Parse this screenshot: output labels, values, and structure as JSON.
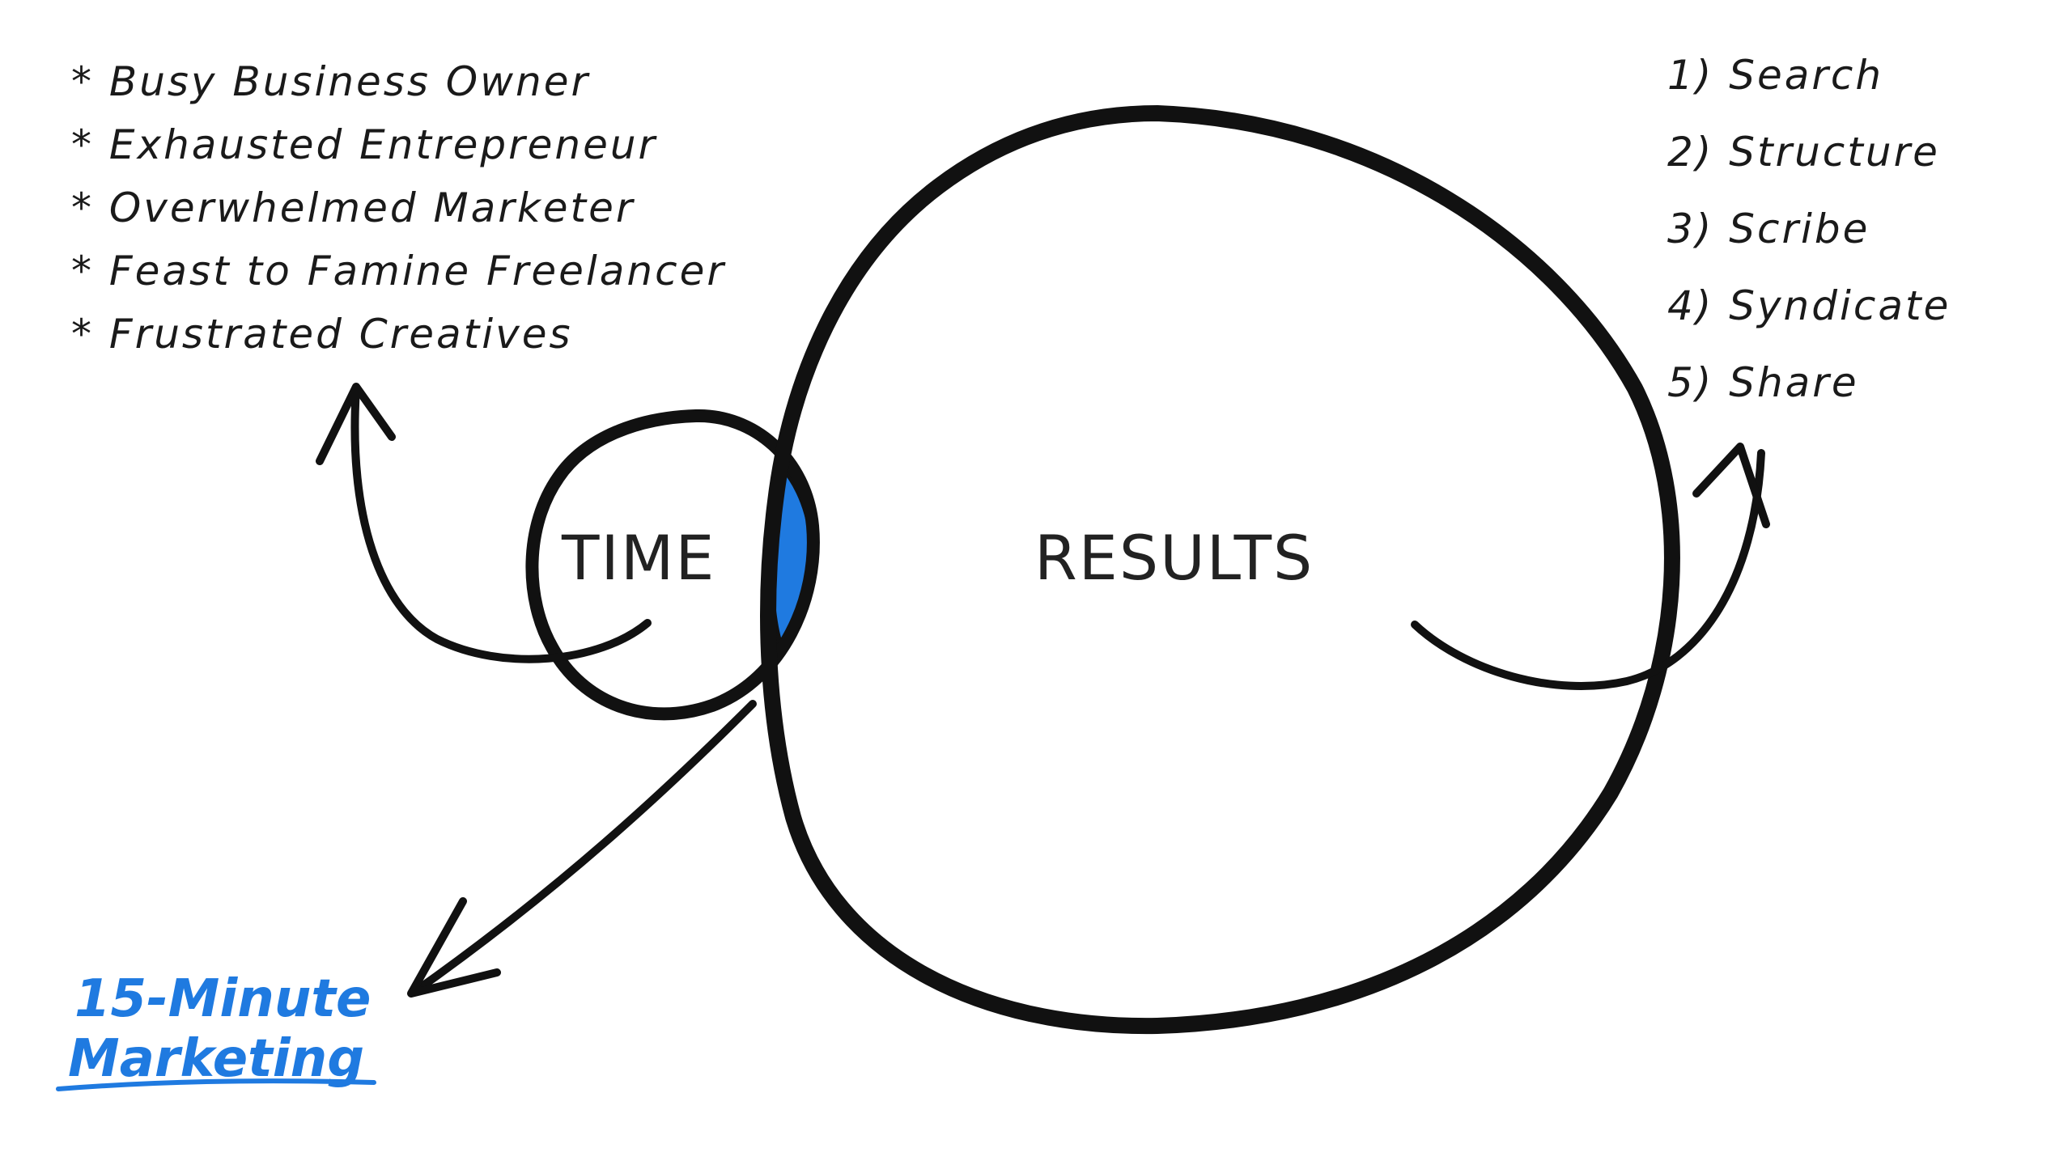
{
  "audience_list": [
    "* Busy Business Owner",
    "* Exhausted Entrepreneur",
    "* Overwhelmed Marketer",
    "* Feast to Famine Freelancer",
    "* Frustrated Creatives"
  ],
  "steps_list": [
    "1) Search",
    "2) Structure",
    "3) Scribe",
    "4) Syndicate",
    "5) Share"
  ],
  "small_circle": {
    "label": "TIME"
  },
  "large_circle": {
    "label": "RESULTS"
  },
  "brand": {
    "line1": "15-Minute",
    "line2": "Marketing"
  },
  "colors": {
    "ink": "#111111",
    "accent_blue": "#1f7ae0"
  }
}
